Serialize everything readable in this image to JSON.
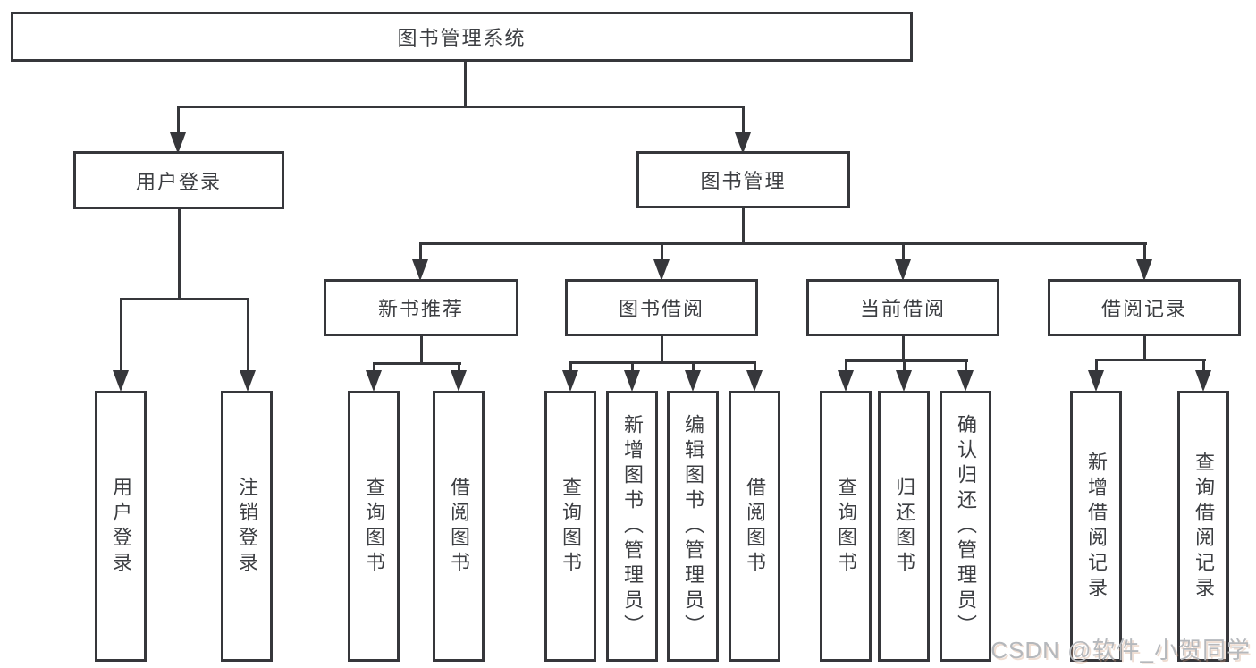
{
  "diagram": {
    "type": "hierarchy-flowchart",
    "orientation": "top-down"
  },
  "tree": {
    "root": {
      "label": "图书管理系统"
    },
    "branches": [
      {
        "label": "用户登录",
        "leaves": [
          {
            "label": "用户登录"
          },
          {
            "label": "注销登录"
          }
        ]
      },
      {
        "label": "图书管理",
        "groups": [
          {
            "label": "新书推荐",
            "leaves": [
              {
                "label": "查询图书"
              },
              {
                "label": "借阅图书"
              }
            ]
          },
          {
            "label": "图书借阅",
            "leaves": [
              {
                "label": "查询图书"
              },
              {
                "label": "新增图书（管理员）"
              },
              {
                "label": "编辑图书（管理员）"
              },
              {
                "label": "借阅图书"
              }
            ]
          },
          {
            "label": "当前借阅",
            "leaves": [
              {
                "label": "查询图书"
              },
              {
                "label": "归还图书"
              },
              {
                "label": "确认归还（管理员）"
              }
            ]
          },
          {
            "label": "借阅记录",
            "leaves": [
              {
                "label": "新增借阅记录"
              },
              {
                "label": "查询借阅记录"
              }
            ]
          }
        ]
      }
    ]
  },
  "watermark": {
    "text": "CSDN @软件_小贺同学"
  },
  "colors": {
    "line": "#36373b",
    "text": "#3c3e42",
    "background": "#ffffff",
    "watermark": "#b5b8bc"
  }
}
